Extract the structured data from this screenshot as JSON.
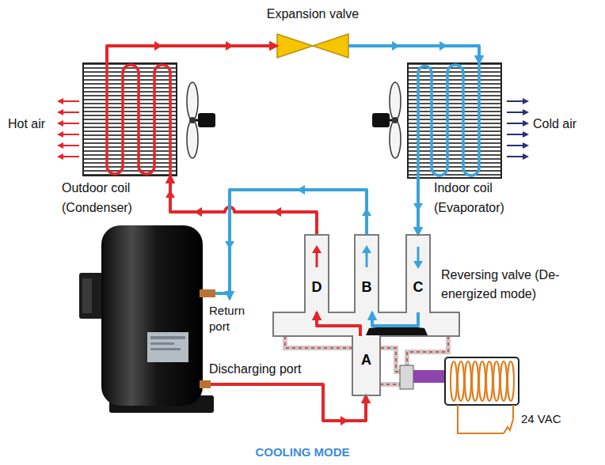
{
  "diagram": {
    "caption": "COOLING MODE",
    "nodes": [
      {
        "text": [
          "Expansion valve"
        ]
      },
      {
        "text": [
          "Outdoor coil (Condenser)"
        ]
      },
      {
        "text": [
          "Indoor coil (Evaporator)"
        ]
      },
      {
        "text": [
          "Reversing valve (De-energized mode)"
        ]
      },
      {
        "text": [
          "D"
        ],
        "in": 3
      },
      {
        "text": [
          "B"
        ],
        "in": 3
      },
      {
        "text": [
          "C"
        ],
        "in": 3
      },
      {
        "text": [
          "A"
        ],
        "in": 3
      },
      {
        "text": [
          "Return port"
        ]
      },
      {
        "text": [
          "Discharging port"
        ]
      }
    ],
    "edges": [
      {
        "from": 9,
        "to": 7,
        "arrow": "to"
      },
      {
        "from": 7,
        "to": 4,
        "arrow": "to"
      },
      {
        "from": 4,
        "to": 1,
        "arrow": "to"
      },
      {
        "from": 1,
        "to": 0,
        "arrow": "to"
      },
      {
        "from": 0,
        "to": 2,
        "arrow": "to"
      },
      {
        "from": 2,
        "to": 6,
        "arrow": "to"
      },
      {
        "from": 6,
        "to": 5,
        "arrow": "to"
      },
      {
        "from": 5,
        "to": 8,
        "arrow": "to"
      }
    ],
    "labels": [
      "Hot air",
      "Cold air",
      "24 VAC"
    ]
  }
}
